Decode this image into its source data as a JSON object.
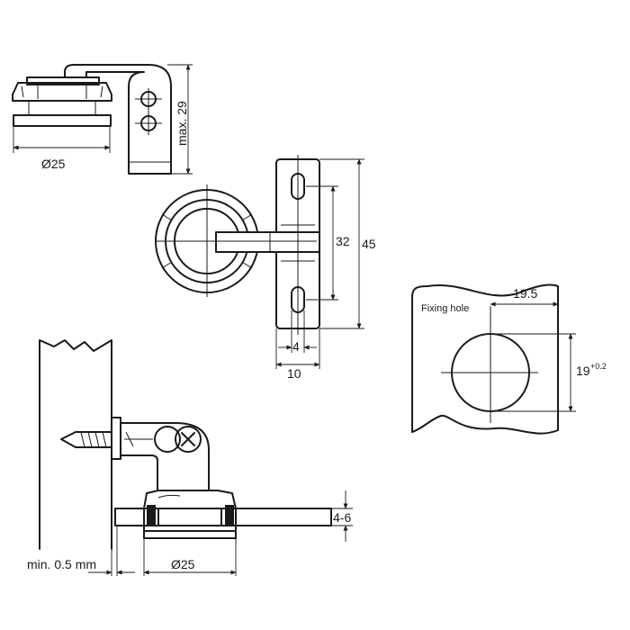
{
  "dimensions": {
    "top_diameter": "Ø25",
    "max_height": "max. 29",
    "slot_pitch": "32",
    "plate_length": "45",
    "slot_width": "4",
    "plate_width": "10",
    "hole_offset": "19.5",
    "hole_diameter": "19",
    "hole_tolerance": "+0.2",
    "min_gap": "min. 0.5 mm",
    "bottom_diameter": "Ø25",
    "glass_thickness": "4-6"
  },
  "labels": {
    "fixing_hole": "Fixing hole"
  },
  "colors": {
    "line": "#1a1a1a",
    "background": "#ffffff"
  }
}
